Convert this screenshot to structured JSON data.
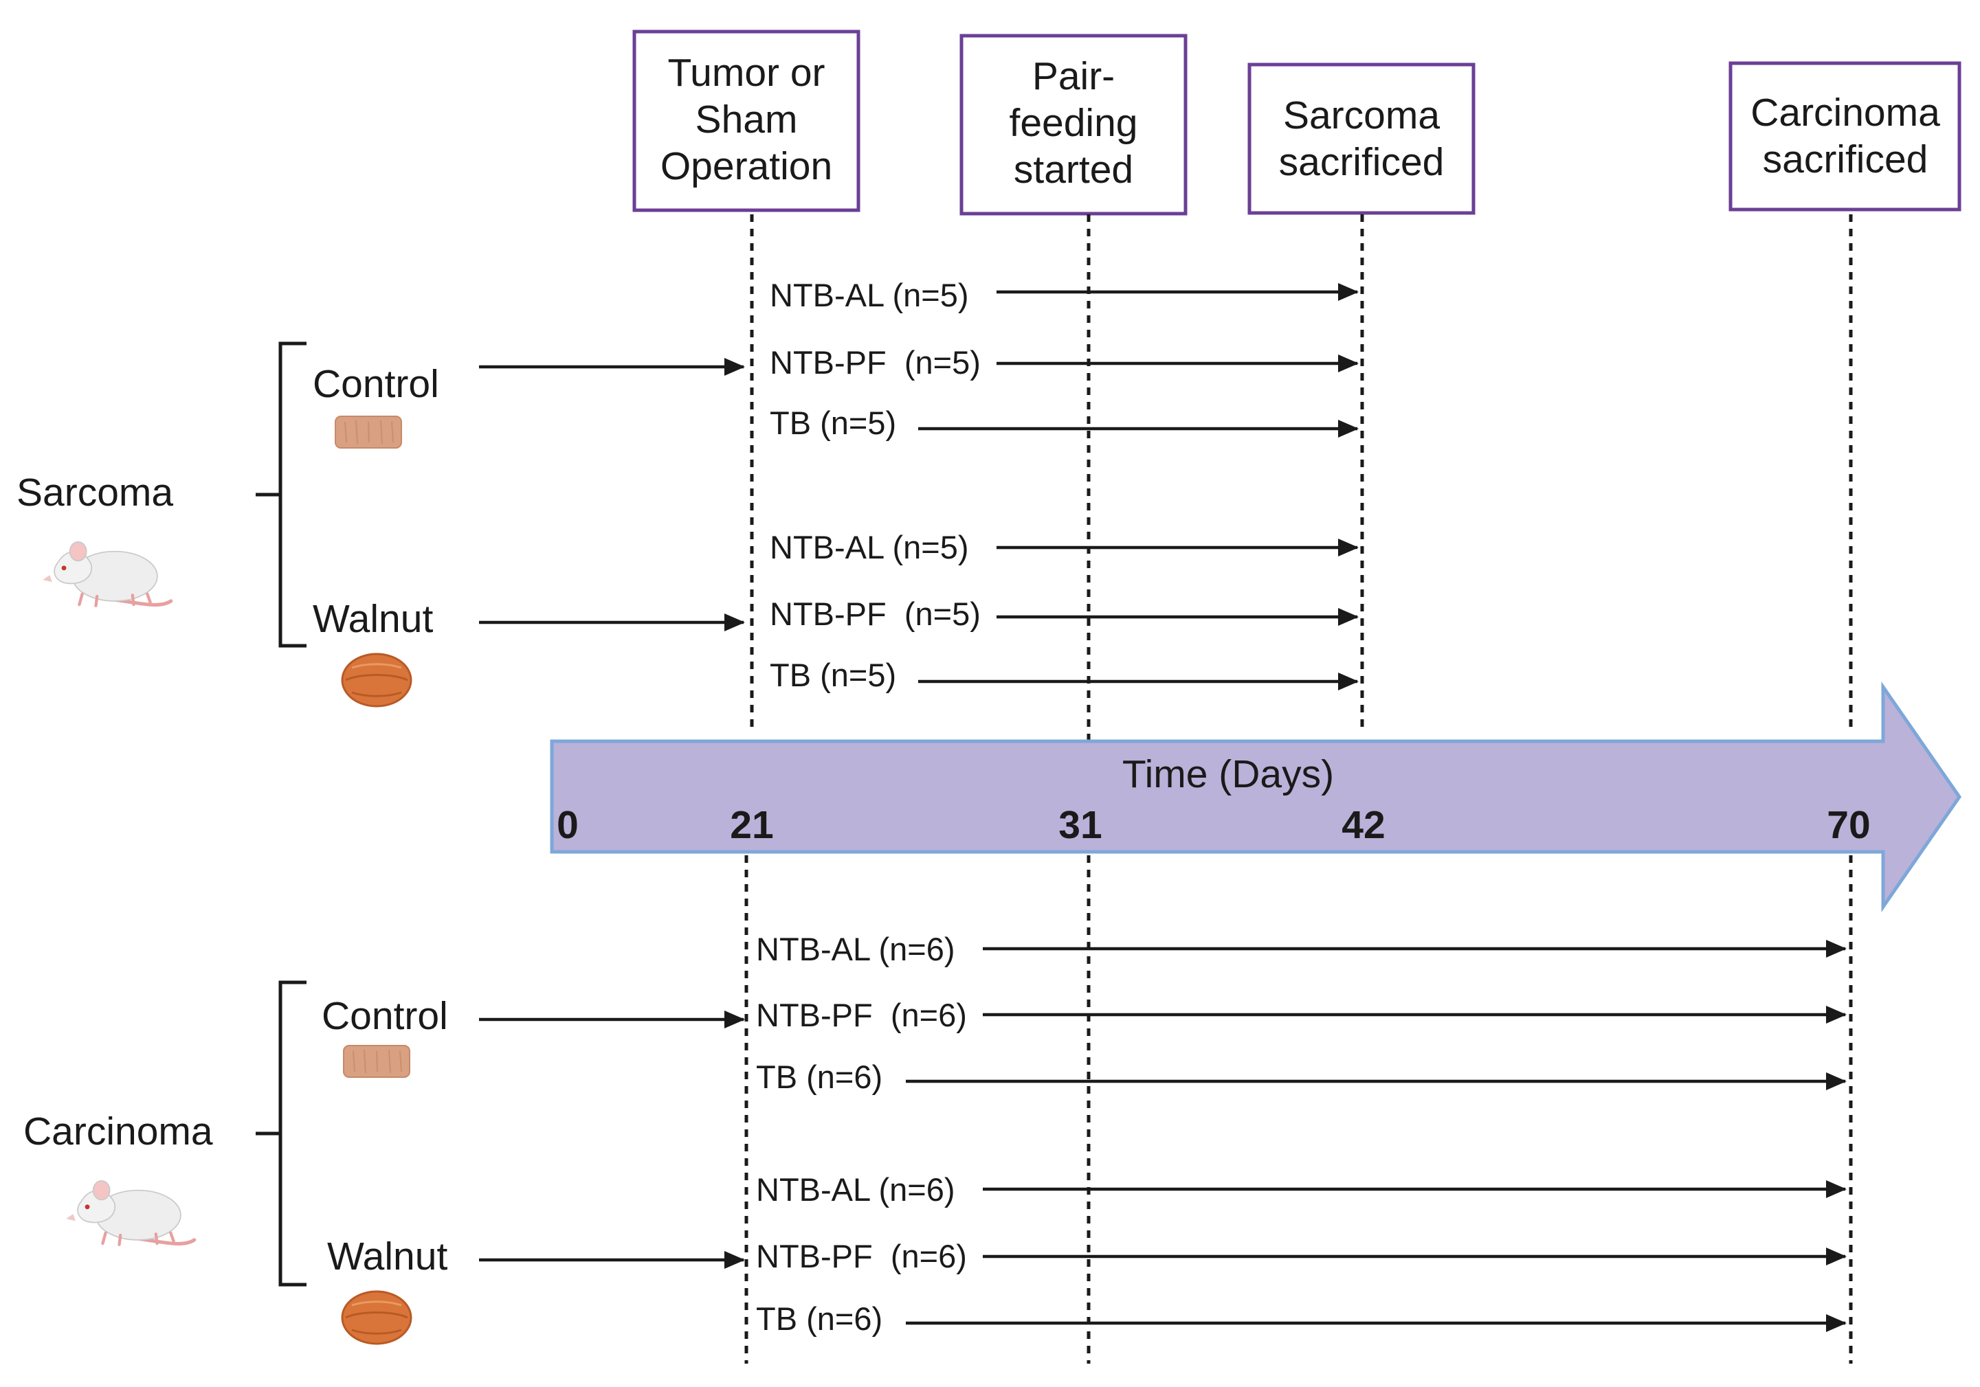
{
  "events": [
    {
      "id": "tumor",
      "lines": [
        "Tumor or",
        "Sham",
        "Operation"
      ]
    },
    {
      "id": "pairfeed",
      "lines": [
        "Pair-",
        "feeding",
        "started"
      ]
    },
    {
      "id": "sarcoma_sac",
      "lines": [
        "Sarcoma",
        "sacrificed"
      ]
    },
    {
      "id": "carcinoma_sac",
      "lines": [
        "Carcinoma",
        "sacrificed"
      ]
    }
  ],
  "timeline": {
    "title": "Time (Days)",
    "ticks": [
      "0",
      "21",
      "31",
      "42",
      "70"
    ],
    "fill_color": "#bab2d9",
    "border_color": "#7da7d9"
  },
  "groups": [
    {
      "name": "Sarcoma",
      "diets": [
        {
          "name": "Control",
          "icon": "chow-pellet-icon",
          "conditions": [
            "NTB-AL (n=5)",
            "NTB-PF  (n=5)",
            "TB (n=5)"
          ]
        },
        {
          "name": "Walnut",
          "icon": "walnut-icon",
          "conditions": [
            "NTB-AL (n=5)",
            "NTB-PF  (n=5)",
            "TB (n=5)"
          ]
        }
      ]
    },
    {
      "name": "Carcinoma",
      "diets": [
        {
          "name": "Control",
          "icon": "chow-pellet-icon",
          "conditions": [
            "NTB-AL (n=6)",
            "NTB-PF  (n=6)",
            "TB (n=6)"
          ]
        },
        {
          "name": "Walnut",
          "icon": "walnut-icon",
          "conditions": [
            "NTB-AL (n=6)",
            "NTB-PF  (n=6)",
            "TB (n=6)"
          ]
        }
      ]
    }
  ],
  "colors": {
    "event_box_border": "#6b3f96",
    "pellet": "#d9a081",
    "walnut": "#d9753a",
    "rat_body": "#eeeeee",
    "rat_tail": "#e8a0a0"
  }
}
